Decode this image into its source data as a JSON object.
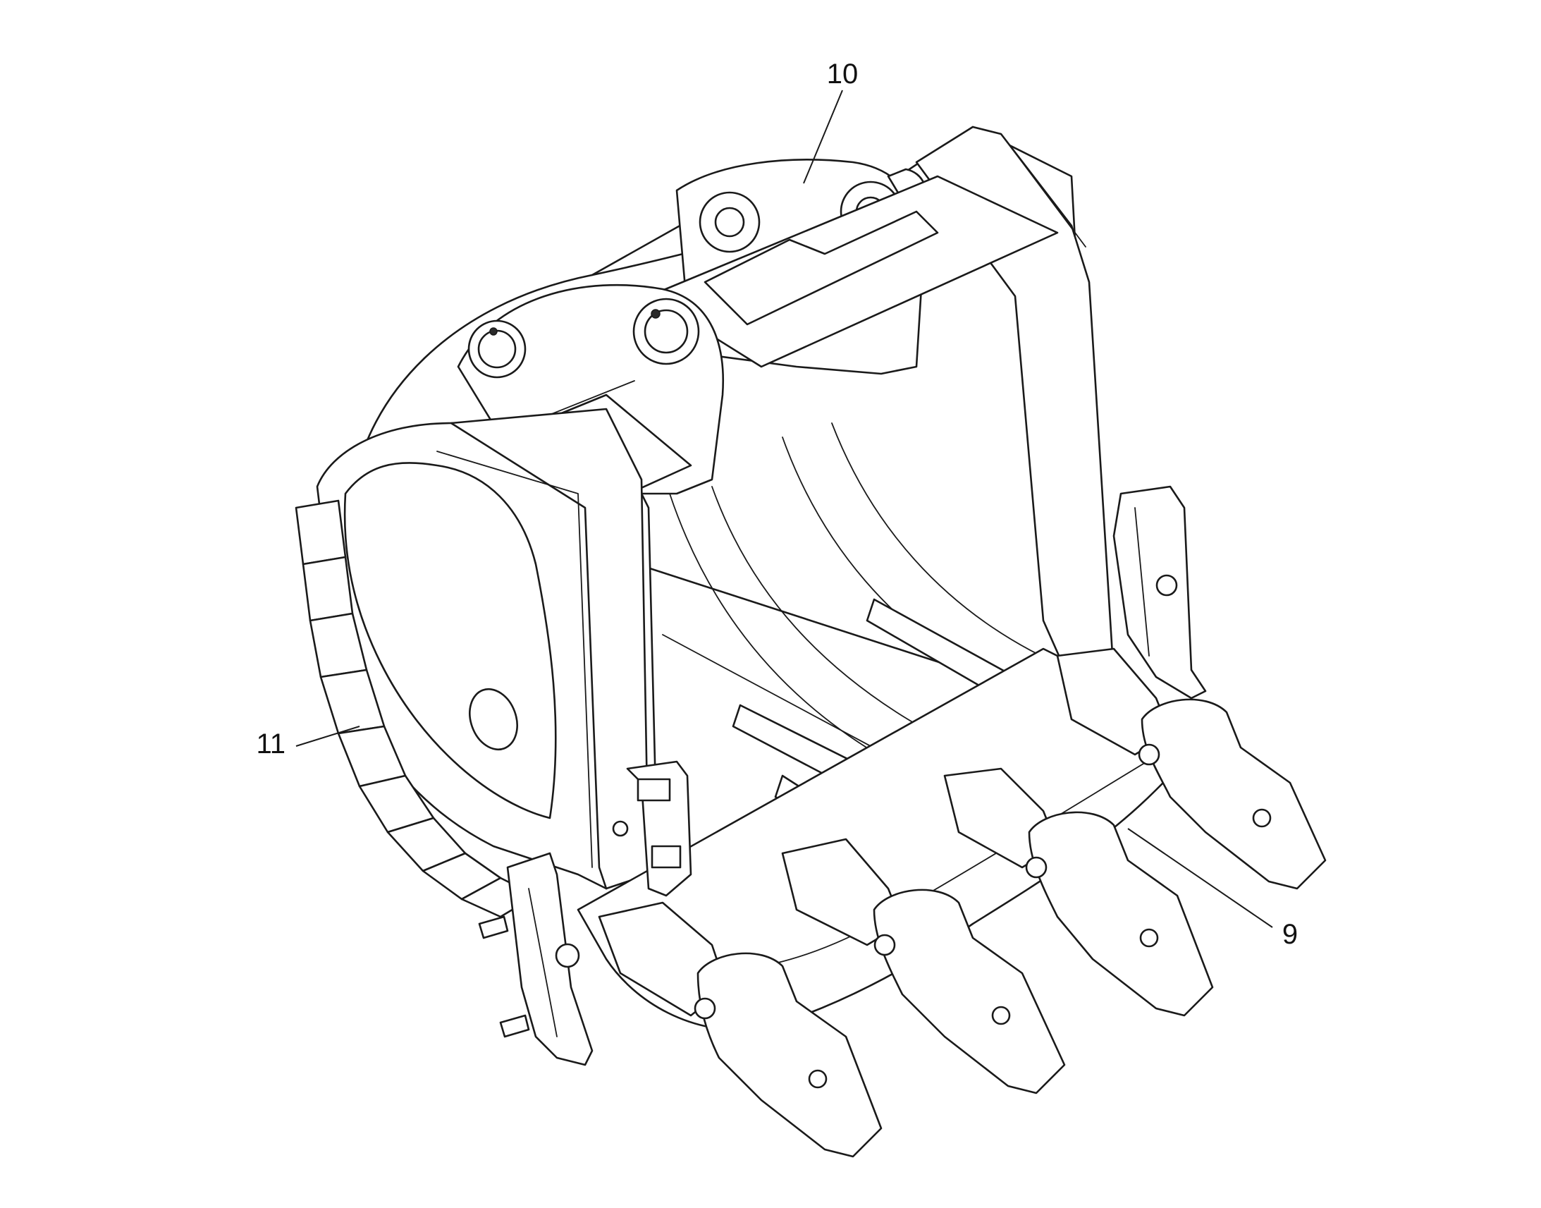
{
  "callouts": [
    {
      "id": "10",
      "label": "10"
    },
    {
      "id": "11",
      "label": "11"
    },
    {
      "id": "9",
      "label": "9"
    }
  ],
  "colors": {
    "line": "#1a1a1a",
    "background": "#ffffff"
  }
}
